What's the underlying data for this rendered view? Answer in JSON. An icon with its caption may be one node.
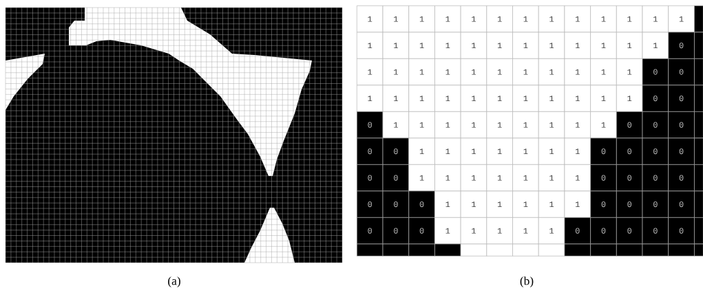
{
  "diagram": {
    "labels": [
      "1",
      "1",
      "1",
      "1",
      "1",
      "1",
      "1",
      "1",
      "1",
      "1",
      "1",
      "1",
      "1",
      "1",
      "1",
      "1",
      "1",
      "1",
      "1",
      "1",
      "1",
      "1",
      "1",
      "1",
      "1",
      "0",
      "1",
      "1",
      "1",
      "1",
      "1",
      "1",
      "1",
      "1",
      "1",
      "1",
      "1",
      "0",
      "0",
      "1",
      "1",
      "1",
      "1",
      "1",
      "1",
      "1",
      "1",
      "1",
      "1",
      "1",
      "0",
      "0",
      "0",
      "1",
      "1",
      "1",
      "1",
      "1",
      "1",
      "1",
      "1",
      "1",
      "0",
      "0",
      "0",
      "0",
      "0",
      "1",
      "1",
      "1",
      "1",
      "1",
      "1",
      "1",
      "0",
      "0",
      "0",
      "0",
      "0",
      "0",
      "1",
      "1",
      "1",
      "1",
      "1",
      "1",
      "1",
      "0",
      "0",
      "0",
      "0",
      "0",
      "0",
      "0",
      "1",
      "1",
      "1",
      "1",
      "1",
      "1",
      "0",
      "0",
      "0",
      "0",
      "0",
      "0",
      "0",
      "1",
      "1",
      "1",
      "1",
      "1",
      "0",
      "0",
      "0",
      "0",
      "0",
      "(a)",
      "(b)"
    ]
  }
}
